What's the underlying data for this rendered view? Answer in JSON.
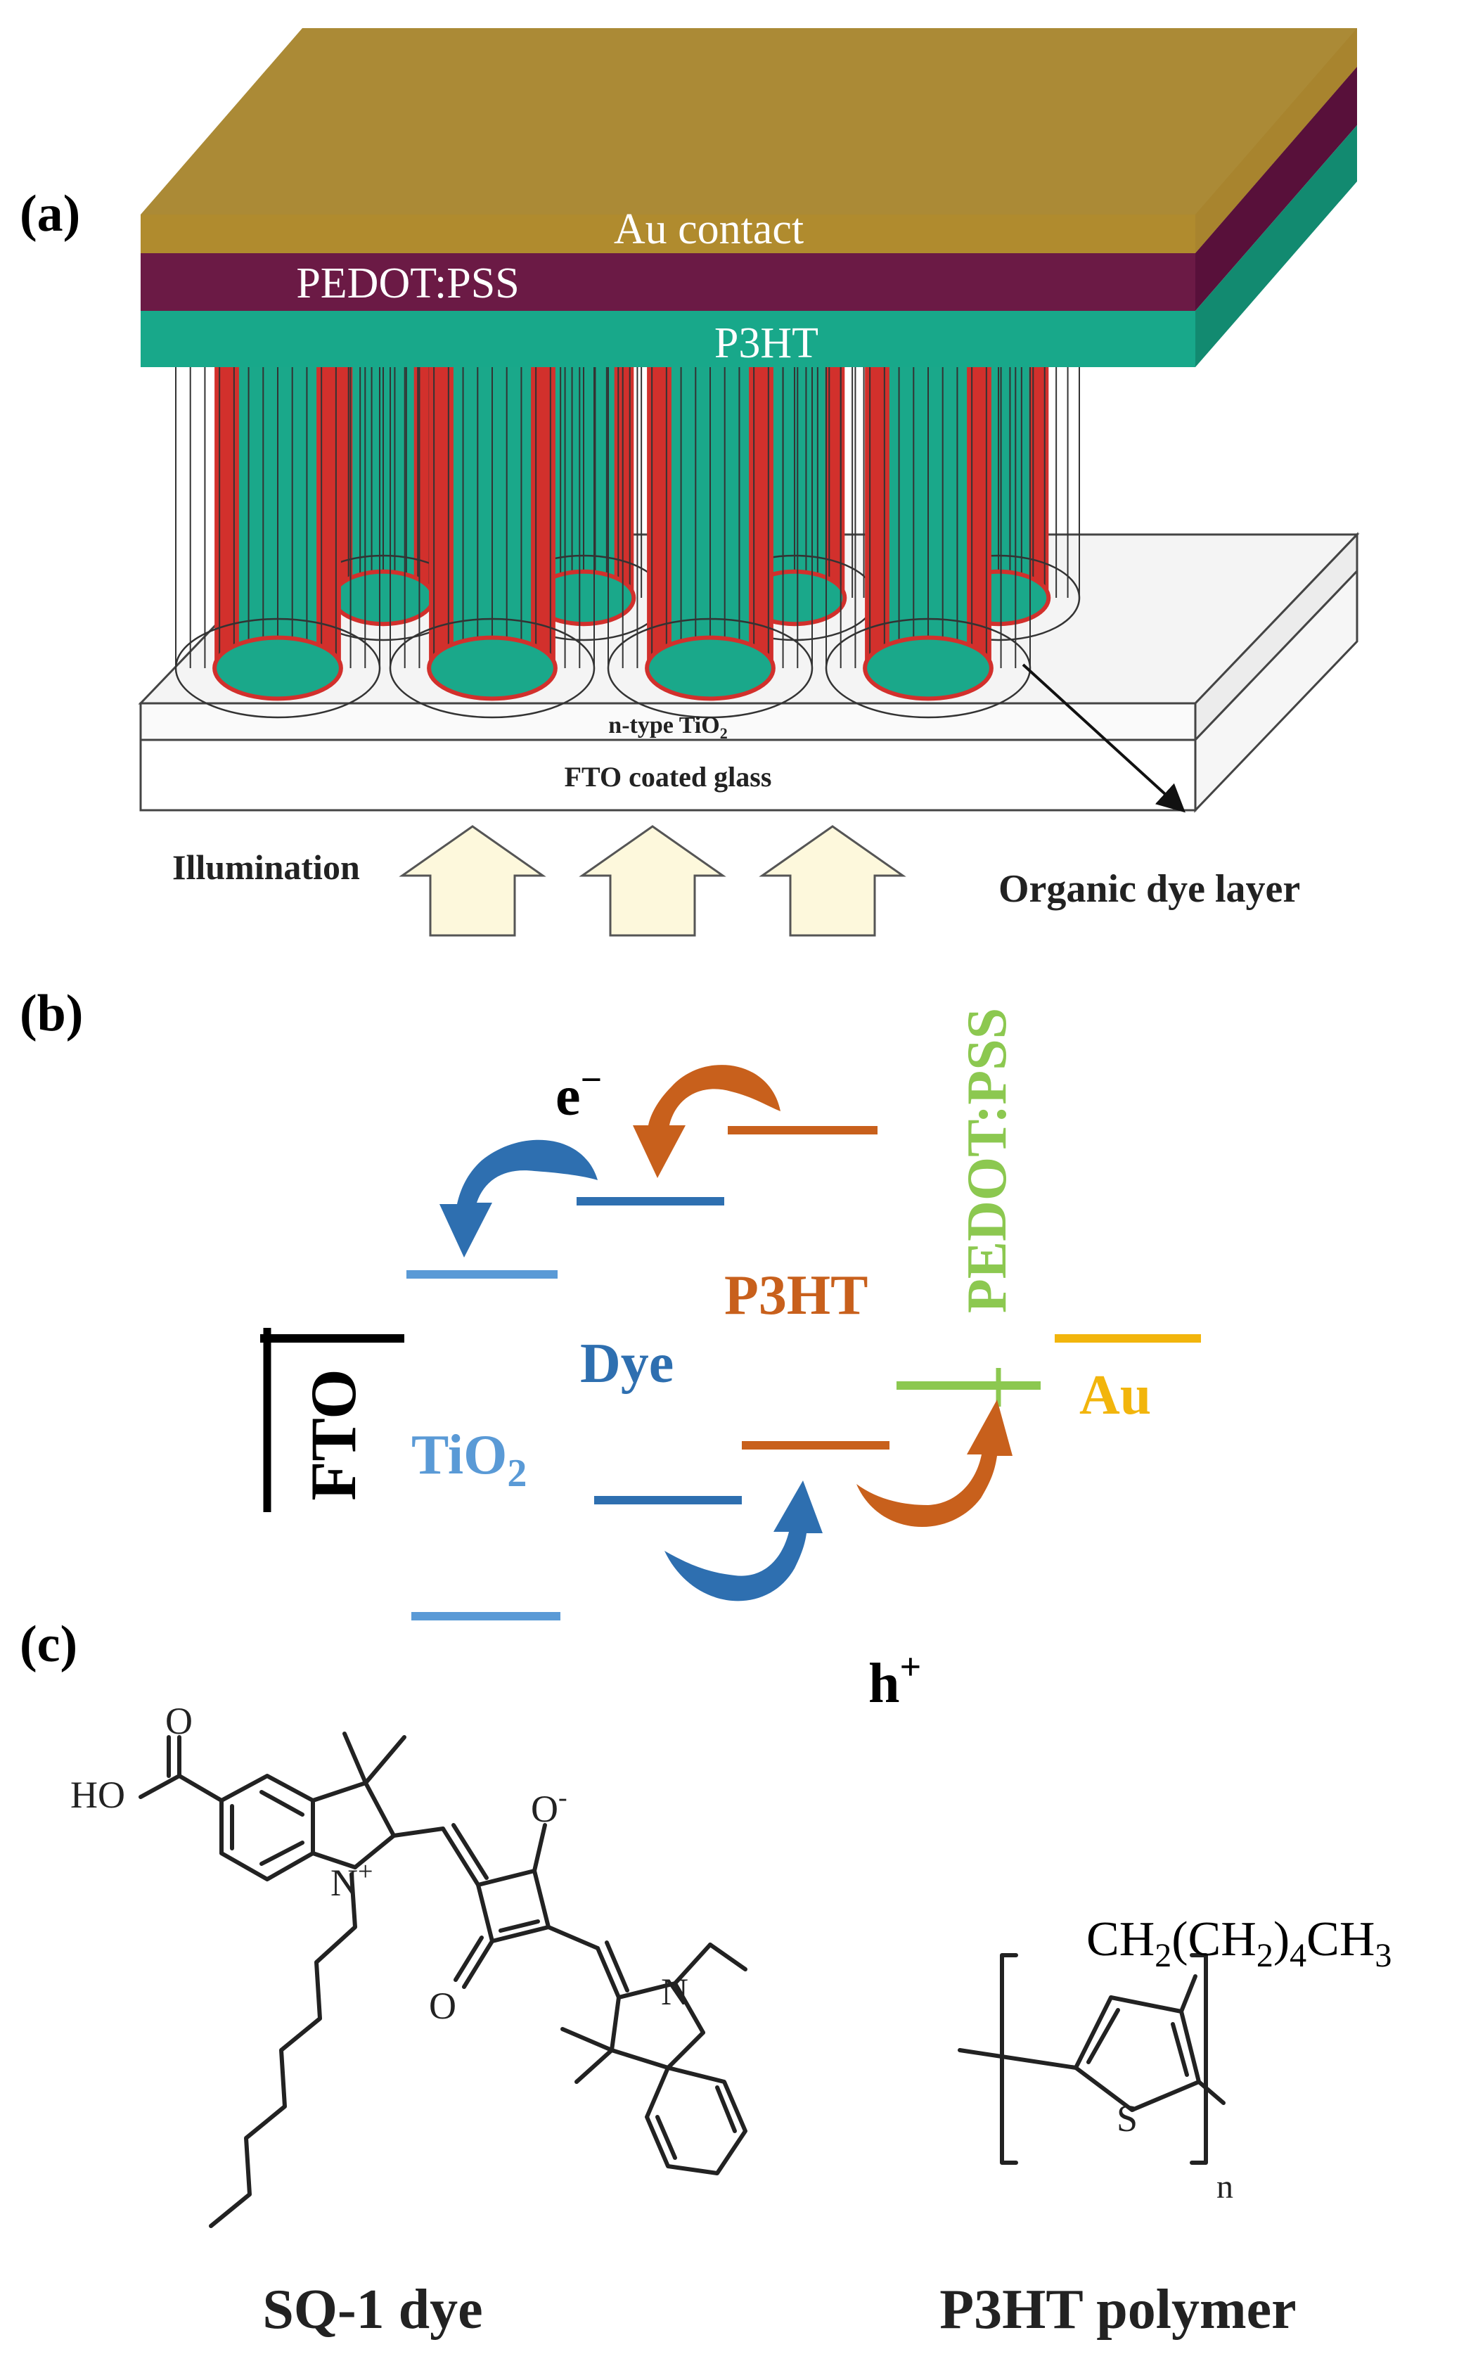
{
  "panel_a": {
    "label": "(a)",
    "layers": {
      "au": "Au contact",
      "pedot": "PEDOT:PSS",
      "p3ht": "P3HT",
      "tio2": "n-type TiO",
      "tio2_sub": "2",
      "fto": "FTO coated glass"
    },
    "illumination": "Illumination",
    "dye_layer": "Organic dye layer",
    "colors": {
      "au": "#a8842e",
      "pedot": "#6b1a45",
      "p3ht": "#18a88a",
      "rod_red": "#d2302c",
      "rod_green": "#1aa88a",
      "arrow_fill": "#fdf8dc"
    }
  },
  "panel_b": {
    "label": "(b)",
    "electron": "e",
    "electron_sup": "−",
    "hole": "h",
    "hole_sup": "+",
    "fto": "FTO",
    "tio2": "TiO",
    "tio2_sub": "2",
    "dye": "Dye",
    "p3ht": "P3HT",
    "pedot": "PEDOT:PSS",
    "au": "Au",
    "colors": {
      "tio2": "#5a9ad6",
      "dye": "#2e6fb0",
      "p3ht": "#c8601c",
      "pedot": "#8cc850",
      "au": "#f2b50c",
      "fto": "#000000"
    }
  },
  "panel_c": {
    "label": "(c)",
    "sq1_name": "SQ-1 dye",
    "p3ht_name": "P3HT polymer",
    "atoms": {
      "o_top": "O",
      "ho": "HO",
      "n_plus": "N",
      "n_plus_sup": "+",
      "o_minus": "O",
      "o_minus_sup": "-",
      "o_ring": "O",
      "n": "N",
      "s": "S",
      "n_sub": "n"
    },
    "substituent": {
      "p1": "CH",
      "s1": "2",
      "p2": "(CH",
      "s2": "2",
      "p3": ")",
      "s3": "4",
      "p4": "CH",
      "s4": "3"
    }
  }
}
